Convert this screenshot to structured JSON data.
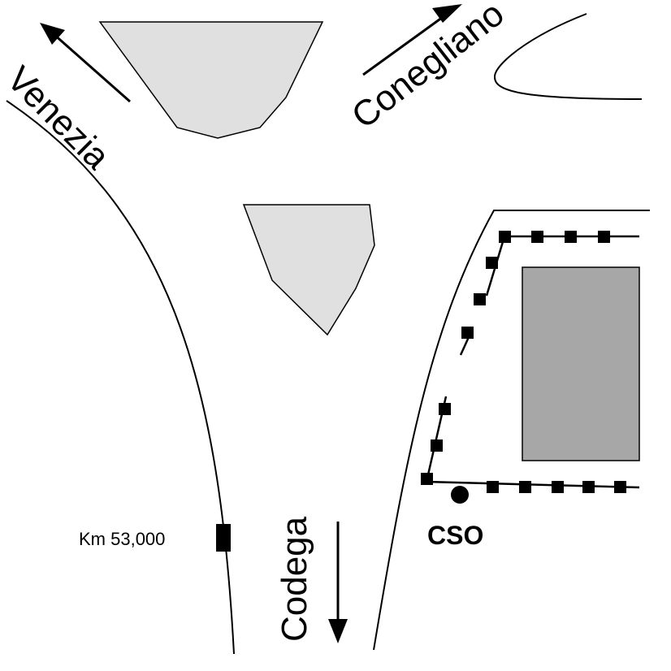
{
  "map": {
    "directions": {
      "venezia": "Venezia",
      "conegliano": "Conegliano",
      "codega": "Codega"
    },
    "km_marker": "Km 53,000",
    "cso_label": "CSO",
    "colors": {
      "island": "#e0e0e0",
      "building": "#a7a7a7",
      "line": "#000000",
      "background": "#ffffff"
    }
  }
}
